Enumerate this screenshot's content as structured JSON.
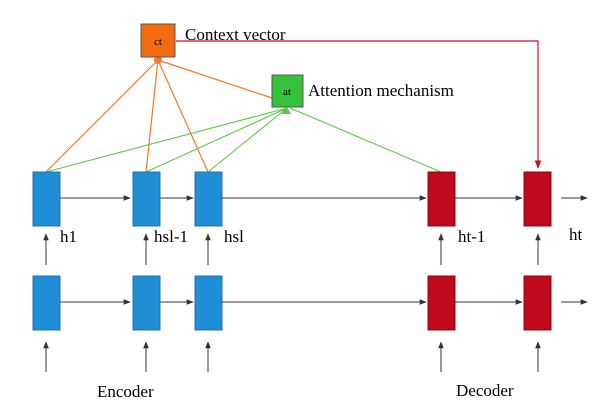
{
  "colors": {
    "encoder": "#1f8ed6",
    "encoder_stroke": "#2a6fa0",
    "decoder": "#c0091d",
    "decoder_stroke": "#7a1010",
    "context": "#f26b0f",
    "attention": "#33c23a",
    "arrow": "#333333",
    "orange_line": "#f07a2a",
    "green_line": "#5cc84a",
    "red_line": "#cc1122"
  },
  "labels": {
    "context_box": "ct",
    "context_title": "Context vector",
    "attention_box": "at",
    "attention_title": "Attention mechanism",
    "h1": "h1",
    "hsl_minus_1": "hsl-1",
    "hsl": "hsl",
    "ht_minus_1": "ht-1",
    "ht": "ht",
    "encoder": "Encoder",
    "decoder": "Decoder"
  }
}
